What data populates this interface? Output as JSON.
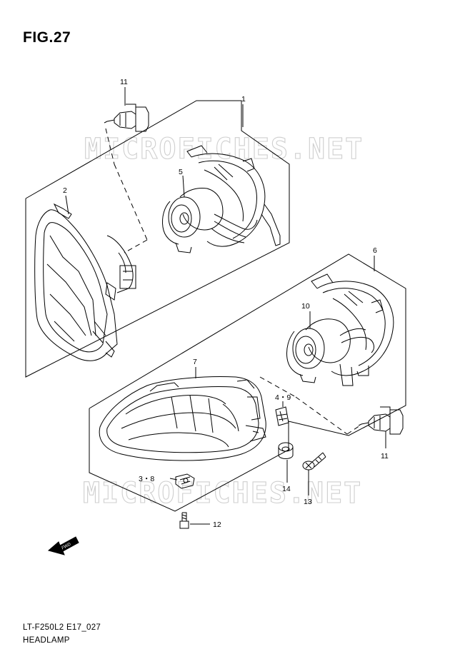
{
  "figure": {
    "title": "FIG.27",
    "code": "LT-F250L2 E17_027",
    "name": "HEADLAMP"
  },
  "watermark": "MICROFICHES.NET",
  "callouts": {
    "c1": "1",
    "c2": "2",
    "c5": "5",
    "c6": "6",
    "c7": "7",
    "c10": "10",
    "c11a": "11",
    "c11b": "11",
    "c49": "4・9",
    "c38": "3・8",
    "c12": "12",
    "c13": "13",
    "c14": "14"
  },
  "direction_arrow": {
    "label": "FWD",
    "icon": "forward-direction-arrow-icon"
  },
  "colors": {
    "line": "#000000",
    "watermark": "#cfcfcf",
    "background": "#ffffff"
  }
}
